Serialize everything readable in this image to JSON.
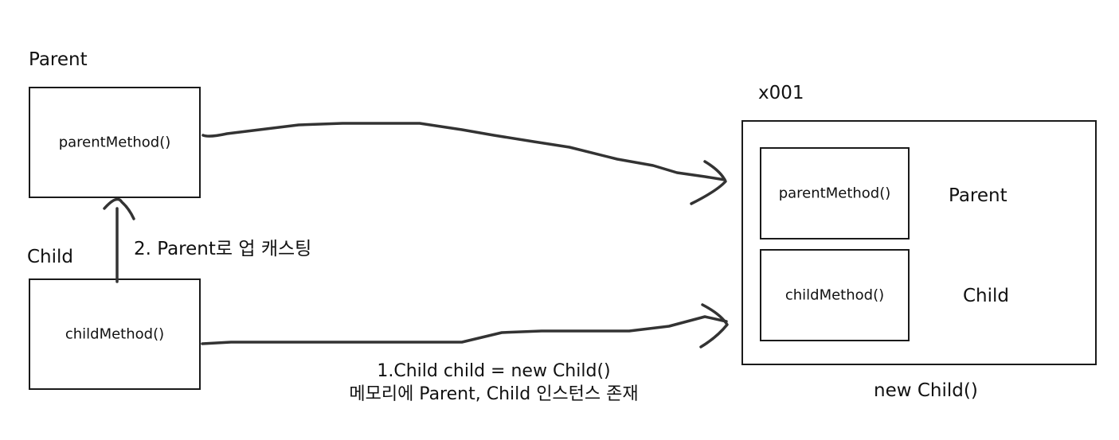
{
  "left": {
    "parent_title": "Parent",
    "parent_method": "parentMethod()",
    "child_title": "Child",
    "child_method": "childMethod()",
    "upcast_label": "2. Parent로 업 캐스팅"
  },
  "caption": {
    "line1": "1.Child child = new Child()",
    "line2": "메모리에 Parent, Child 인스턴스 존재"
  },
  "instance": {
    "address": "x001",
    "parent_method": "parentMethod()",
    "parent_label": "Parent",
    "child_method": "childMethod()",
    "child_label": "Child",
    "footer": "new Child()"
  }
}
